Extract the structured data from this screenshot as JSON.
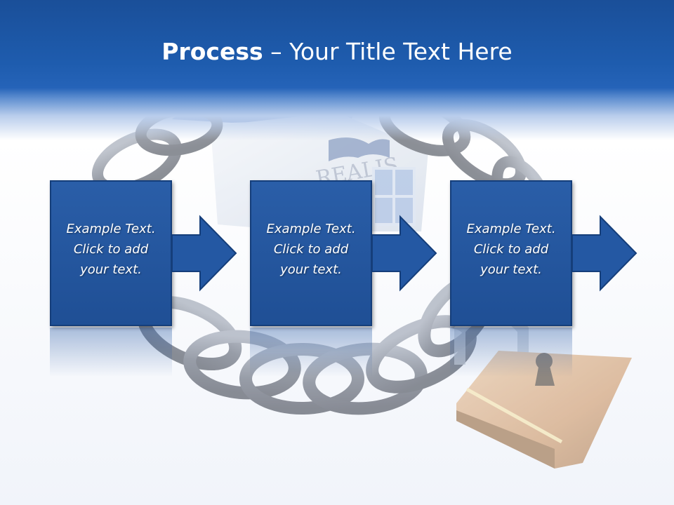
{
  "slide": {
    "title_bold": "Process",
    "title_rest": " – Your Title Text Here"
  },
  "steps": [
    {
      "line1": "Example Text.",
      "line2": "Click  to add",
      "line3": "your text."
    },
    {
      "line1": "Example Text.",
      "line2": "Click  to add",
      "line3": "your text."
    },
    {
      "line1": "Example Text.",
      "line2": "Click  to add",
      "line3": "your text."
    }
  ],
  "background_image": {
    "house_sign_text": "REALIS",
    "subject": "house-chain-padlock"
  },
  "colors": {
    "header": "#1e5cae",
    "box_fill": "#2458a3",
    "box_border": "#153e7a",
    "text": "#ffffff"
  }
}
